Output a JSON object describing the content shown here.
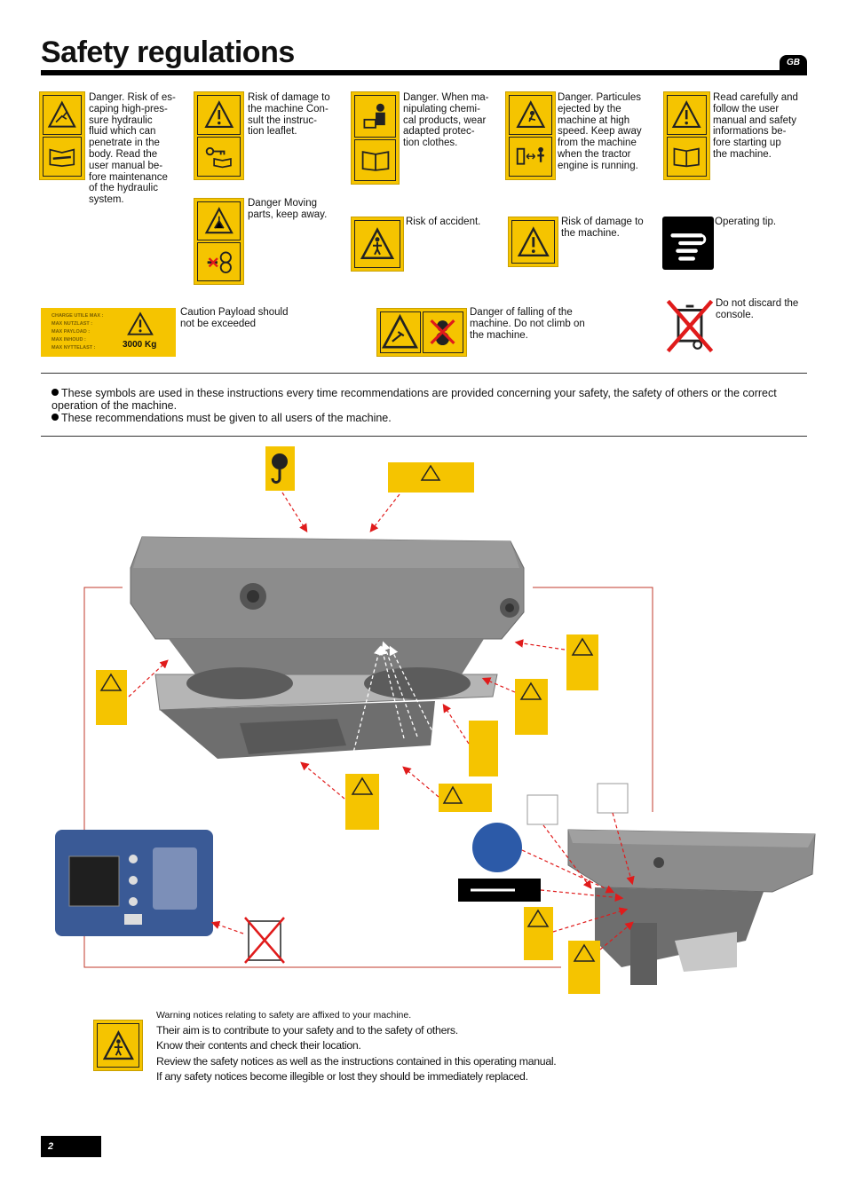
{
  "header": {
    "title": "Safety regulations",
    "lang_tab": "GB"
  },
  "pictograms": [
    {
      "id": "hydraulic",
      "caption": "Danger. Risk of es-\ncaping high-pres-\nsure hydraulic\nfluid which can\npenetrate in the\nbody. Read the\nuser manual be-\nfore maintenance\nof the hydraulic\nsystem."
    },
    {
      "id": "damage-consult",
      "caption": "Risk of damage to\nthe machine Con-\nsult the instruc-\ntion leaflet."
    },
    {
      "id": "chemical",
      "caption": "Danger. When ma-\nnipulating chemi-\ncal products, wear\nadapted protec-\ntion clothes."
    },
    {
      "id": "particles",
      "caption": "Danger. Particules\nejected by the\nmachine at high\nspeed. Keep away\nfrom the machine\nwhen the tractor\nengine is running."
    },
    {
      "id": "read-manual",
      "caption": "Read carefully and\nfollow the user\nmanual and safety\ninformations be-\nfore starting up\nthe machine."
    },
    {
      "id": "moving-parts",
      "caption": "Danger Moving\nparts, keep away."
    },
    {
      "id": "accident",
      "caption": "Risk of accident."
    },
    {
      "id": "damage",
      "caption": "Risk of damage to\nthe machine."
    },
    {
      "id": "tip",
      "caption": "Operating tip."
    },
    {
      "id": "payload",
      "caption": "Caution Payload should\nnot be exceeded"
    },
    {
      "id": "falling",
      "caption": "Danger of falling of the\nmachine. Do not climb on\nthe machine."
    },
    {
      "id": "discard",
      "caption": "Do not discard the\nconsole."
    }
  ],
  "payload_plate": {
    "lines": [
      "CHARGE UTILE MAX :",
      "MAX NUTZLAST :",
      "MAX PAYLOAD :",
      "MAX INHOUD :",
      "MAX NYTTELAST :"
    ],
    "value": "3000 Kg"
  },
  "bullets": [
    "These symbols are used in these instructions every time recommendations are provided concerning your safety, the safety of others or the correct operation of the machine.",
    "These recommendations must be given to all users of the machine."
  ],
  "footer": {
    "small_note": "Warning notices relating to safety are affixed to your machine.",
    "lines": [
      "Their aim is to contribute to your safety and to the safety of others.",
      "Know their contents and check their location.",
      "Review the safety notices as well as the instructions contained in this operating manual.",
      "If any safety notices become illegible or lost they should be immediately replaced."
    ]
  },
  "page_number": "2",
  "colors": {
    "sign_yellow": "#f5c400",
    "arrow_red": "#e01b1b",
    "machine_grey": "#8c8c8c"
  }
}
